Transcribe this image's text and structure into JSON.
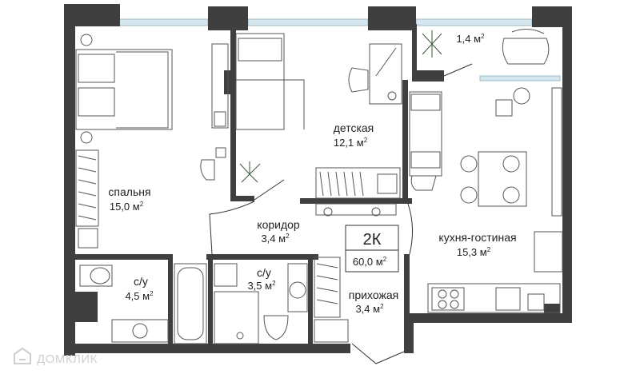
{
  "apartment": {
    "type": "2К",
    "total_area": "60,0 м",
    "area_unit_sup": "2"
  },
  "rooms": [
    {
      "id": "bedroom",
      "name": "спальня",
      "area": "15,0 м"
    },
    {
      "id": "kids",
      "name": "детская",
      "area": "12,1 м"
    },
    {
      "id": "corridor",
      "name": "коридор",
      "area": "3,4 м"
    },
    {
      "id": "kitchen",
      "name": "кухня-гостиная",
      "area": "15,3 м"
    },
    {
      "id": "bath1",
      "name": "с/у",
      "area": "4,5 м"
    },
    {
      "id": "bath2",
      "name": "с/у",
      "area": "3,5 м"
    },
    {
      "id": "hall",
      "name": "прихожая",
      "area": "3,4 м"
    },
    {
      "id": "balcony",
      "name": "",
      "area": "1,4 м"
    }
  ],
  "watermark": {
    "text": "ДОМКЛИК"
  },
  "colors": {
    "wall": "#3f3f3f",
    "window": "#cfe0ea",
    "furniture": "#555555",
    "badge_border": "#333333"
  }
}
